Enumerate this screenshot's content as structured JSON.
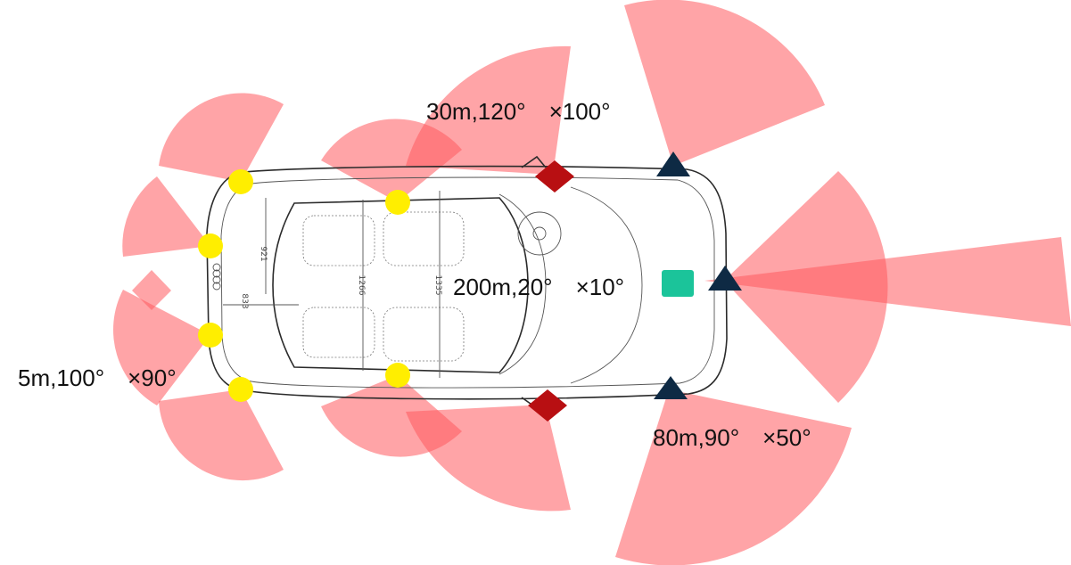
{
  "labels": {
    "mid_range": "30m,120°　×100°",
    "long_range": "200m,20°　×10°",
    "short_range": "5m,100°　×90°",
    "corner_radar": "80m,90°　×50°"
  },
  "car_dimensions": {
    "front_width": "1266",
    "overall_width": "1335",
    "side_dim": "921",
    "rear_dim": "833"
  },
  "colors": {
    "fov_fill": "#ff5a5f",
    "ultrasonic": "#ffee00",
    "camera": "#b80f12",
    "radar": "#0e2a44",
    "lidar": "#1bc49a"
  },
  "sensors": {
    "ultrasonic_count": 6,
    "camera_count": 2,
    "radar_count": 3,
    "lidar_count": 1
  }
}
